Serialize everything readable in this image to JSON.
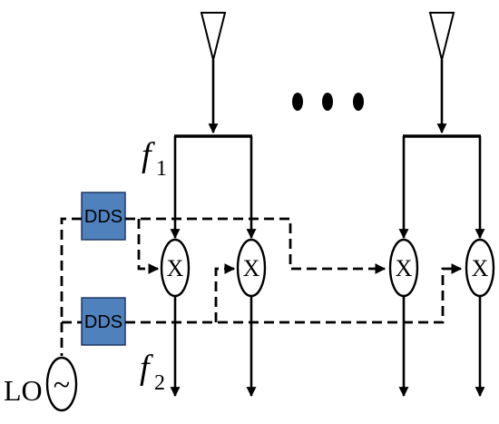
{
  "labels": {
    "dds_top": "DDS",
    "dds_bottom": "DDS",
    "mixer_symbol": "X",
    "freq_symbol": "f",
    "f1_subscript": "1",
    "f2_subscript": "2",
    "lo": "LO",
    "lo_symbol": "~"
  },
  "icons": {
    "antenna": "antenna-icon",
    "mixer": "mixer-icon",
    "oscillator": "oscillator-icon"
  },
  "colors": {
    "dds_fill": "#4f81bd",
    "line": "#000000"
  }
}
